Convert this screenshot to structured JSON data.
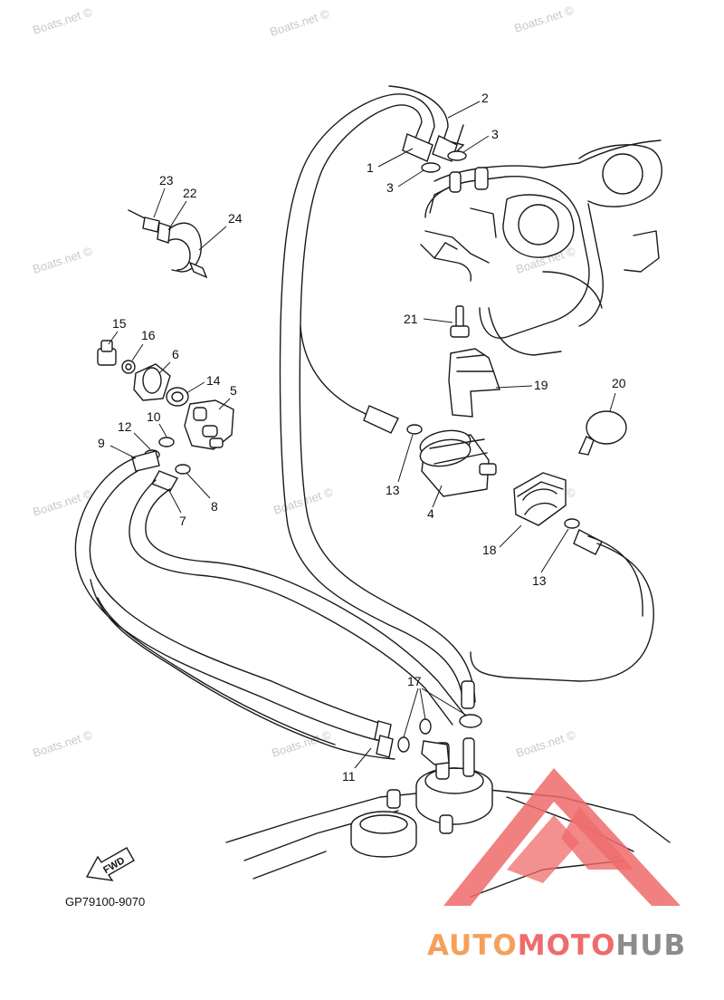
{
  "watermark_text": "Boats.net ©",
  "diagram_code": "GP79100-9070",
  "fwd_label": "FWD",
  "brand": {
    "part1": "AUTO",
    "part2": "MOTO",
    "part3": "HUB",
    "color_orange": "#f5a05a",
    "color_red": "#ef6b6b",
    "color_gray": "#8c8c8c"
  },
  "callouts": {
    "c1": "1",
    "c2": "2",
    "c3a": "3",
    "c3b": "3",
    "c4": "4",
    "c5": "5",
    "c6": "6",
    "c7": "7",
    "c8": "8",
    "c9": "9",
    "c10": "10",
    "c11": "11",
    "c12": "12",
    "c13a": "13",
    "c13b": "13",
    "c14": "14",
    "c15": "15",
    "c16": "16",
    "c17": "17",
    "c18": "18",
    "c19": "19",
    "c20": "20",
    "c21": "21",
    "c22": "22",
    "c23": "23",
    "c24": "24"
  }
}
